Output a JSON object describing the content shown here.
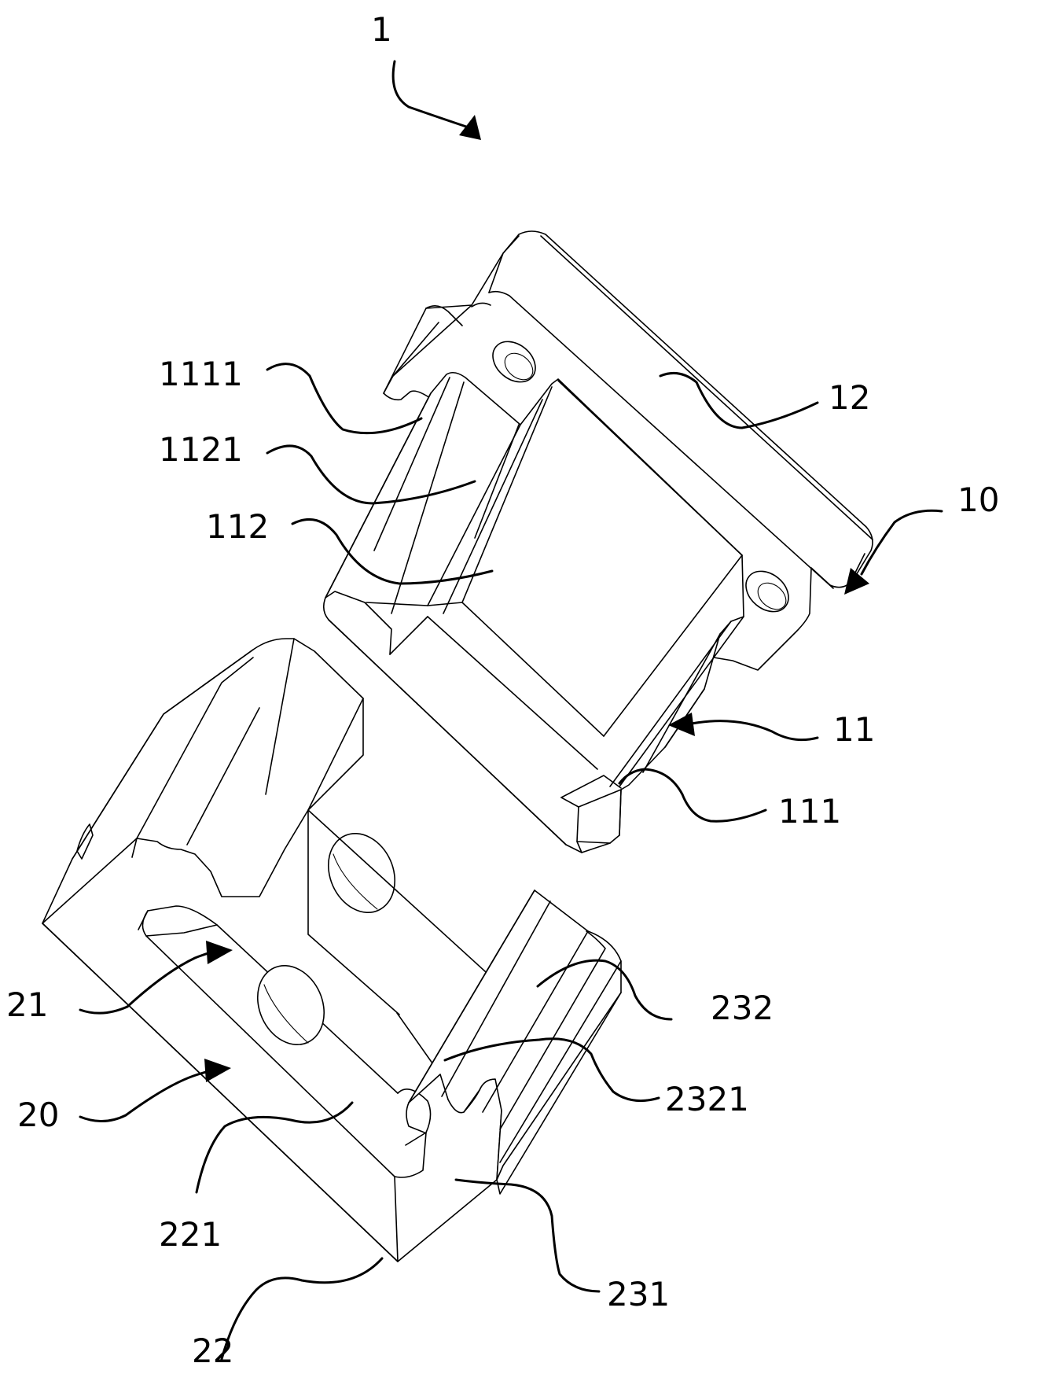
{
  "labels": {
    "assembly": "1",
    "block_10": "10",
    "part_11": "11",
    "part_111": "111",
    "part_1111": "1111",
    "part_112": "112",
    "part_1121": "1121",
    "part_12": "12",
    "block_20": "20",
    "part_21": "21",
    "part_22": "22",
    "part_221": "221",
    "part_231": "231",
    "part_232": "232",
    "part_2321": "2321"
  }
}
